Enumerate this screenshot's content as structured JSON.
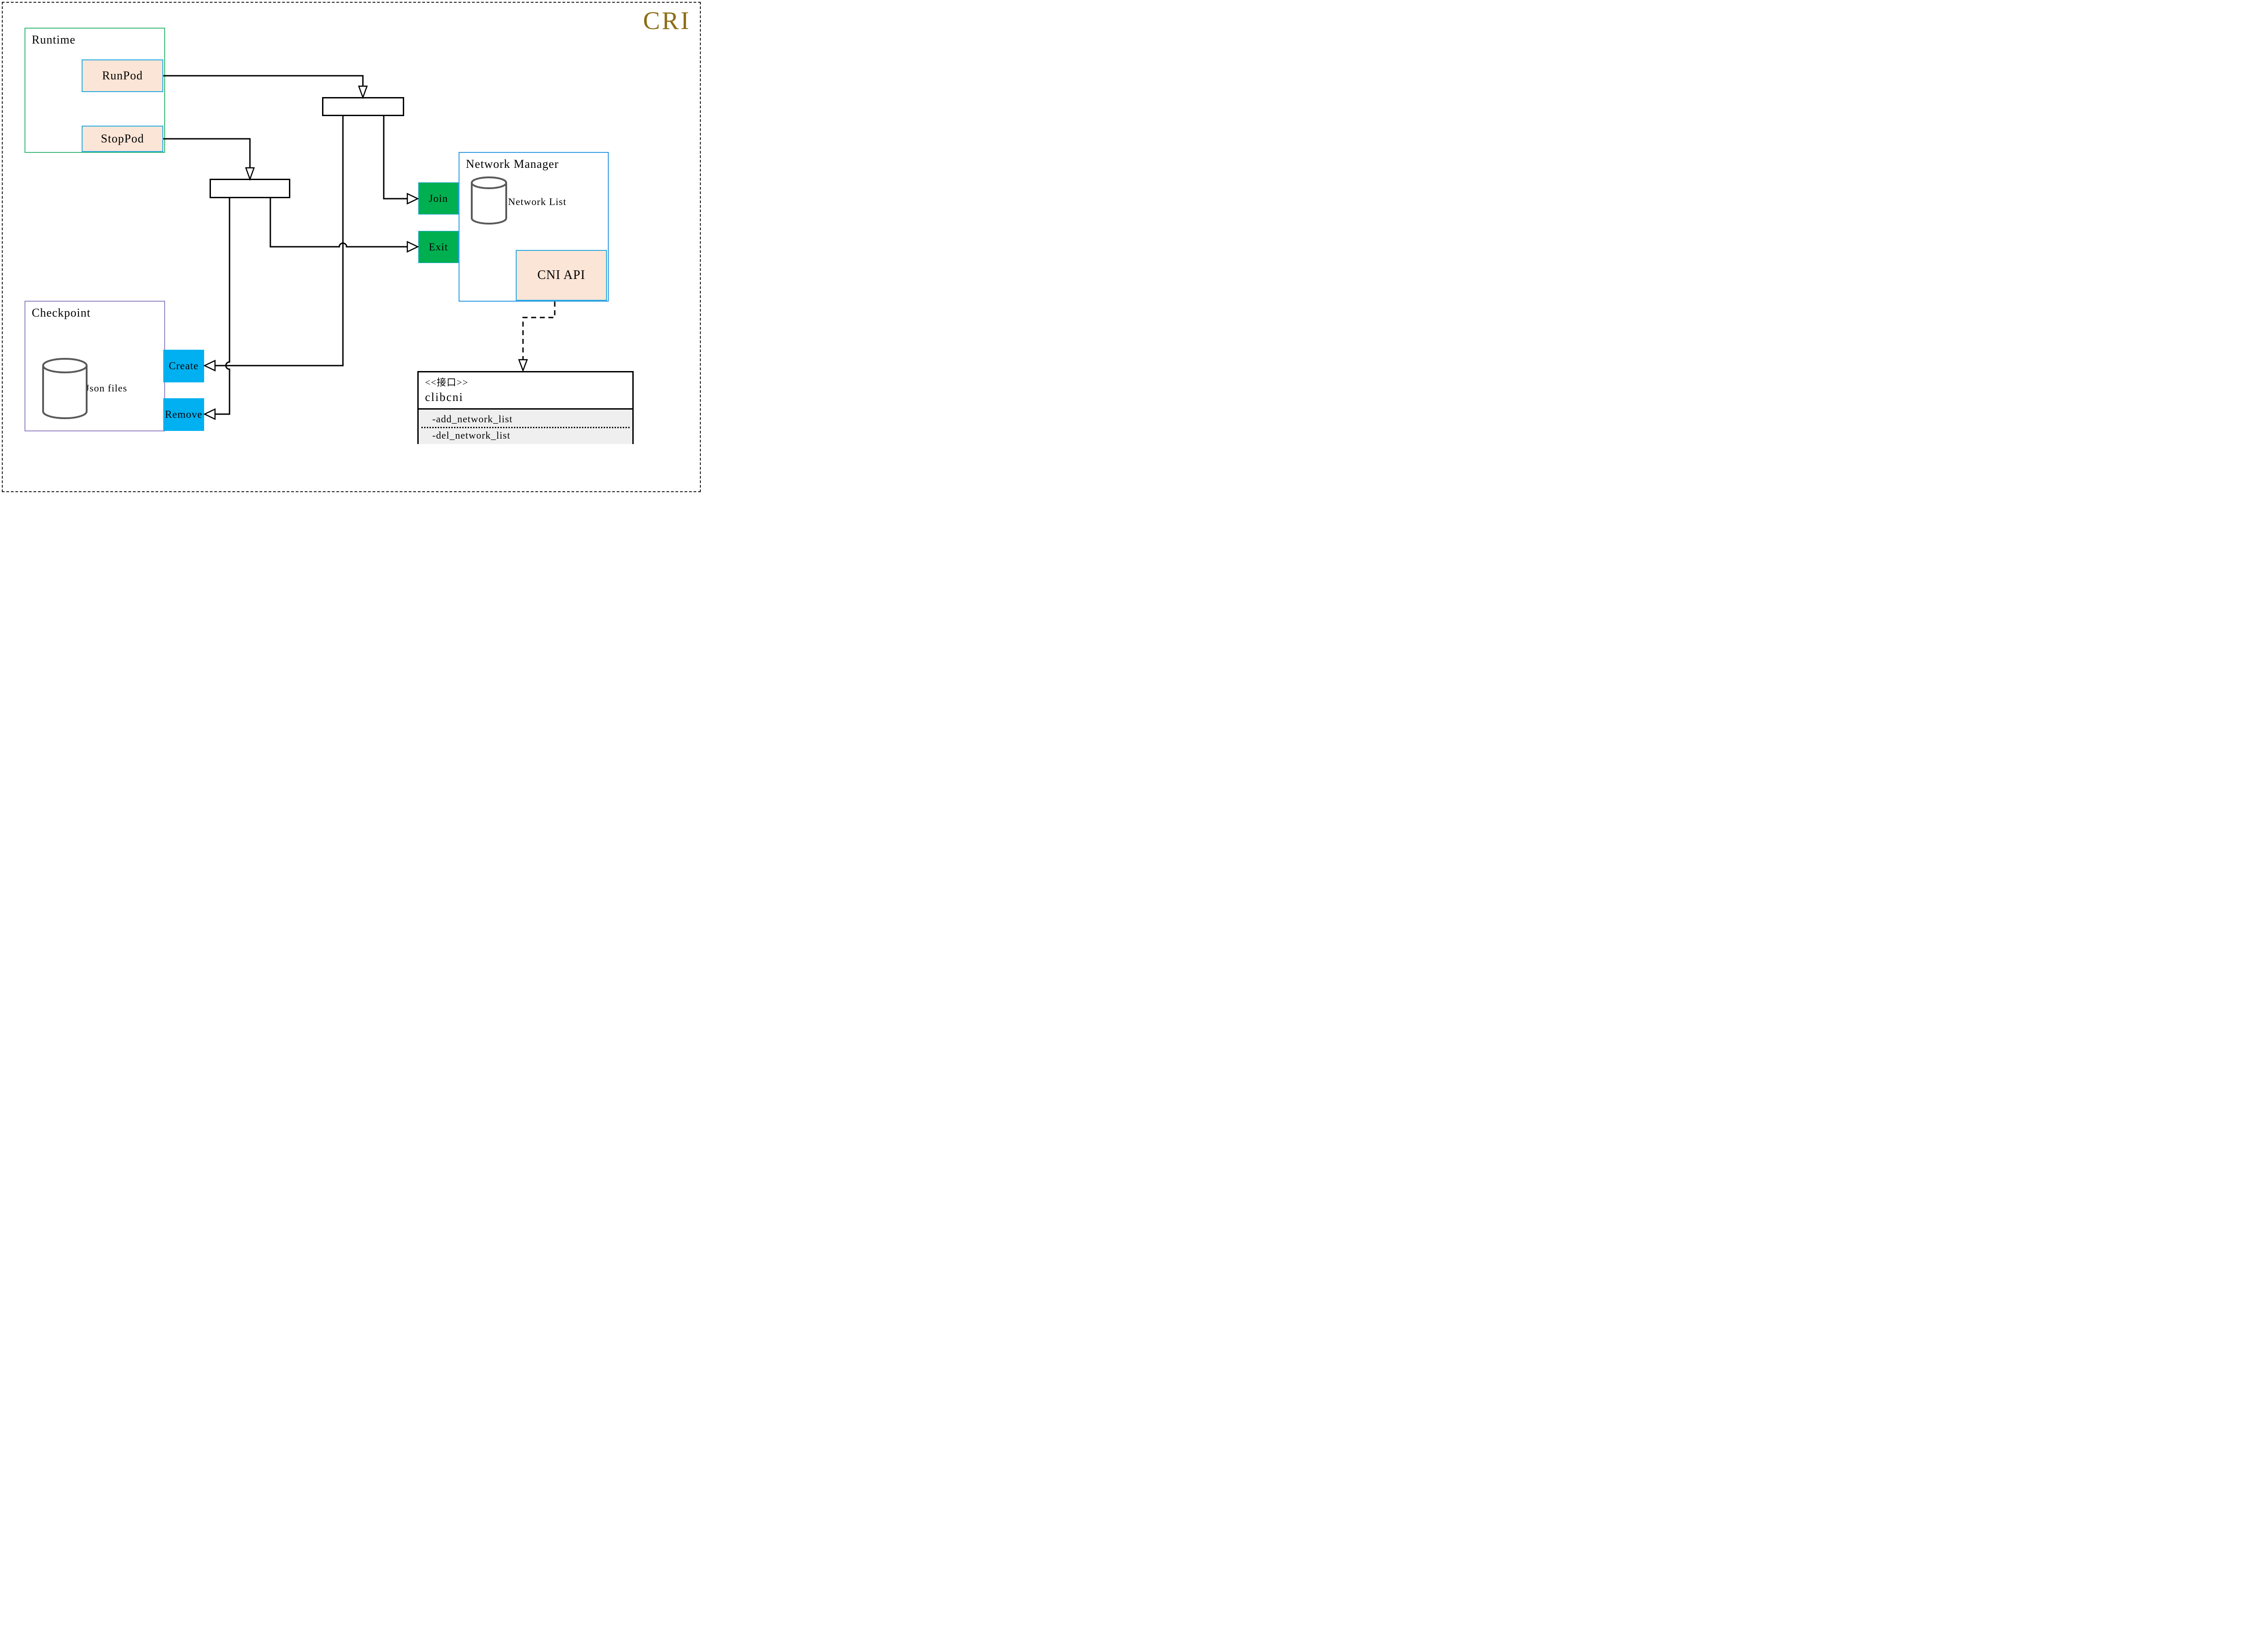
{
  "diagram": {
    "badge": "CRI",
    "runtime": {
      "title": "Runtime",
      "run_pod": "RunPod",
      "stop_pod": "StopPod"
    },
    "checkpoint": {
      "title": "Checkpoint",
      "store": "Json files",
      "create": "Create",
      "remove": "Remove"
    },
    "network_manager": {
      "title": "Network Manager",
      "store": "Network List",
      "join": "Join",
      "exit": "Exit",
      "api": "CNI API"
    },
    "interface": {
      "stereotype": "<<接口>>",
      "name": "clibcni",
      "methods": [
        "-add_network_list",
        "-del_network_list"
      ]
    }
  },
  "colors": {
    "accent_gold": "#8C6D15",
    "peach": "#FBE5D6",
    "peach_border": "#29ABE2",
    "green_fill": "#00AF50",
    "cyan_fill": "#00B0F0",
    "runtime_border": "#3CB878",
    "checkpoint_border": "#9586C1",
    "nm_border": "#2F9BE3",
    "gray_section": "#EFEFEF",
    "cylinder_stroke": "#595959",
    "line": "#000000"
  }
}
